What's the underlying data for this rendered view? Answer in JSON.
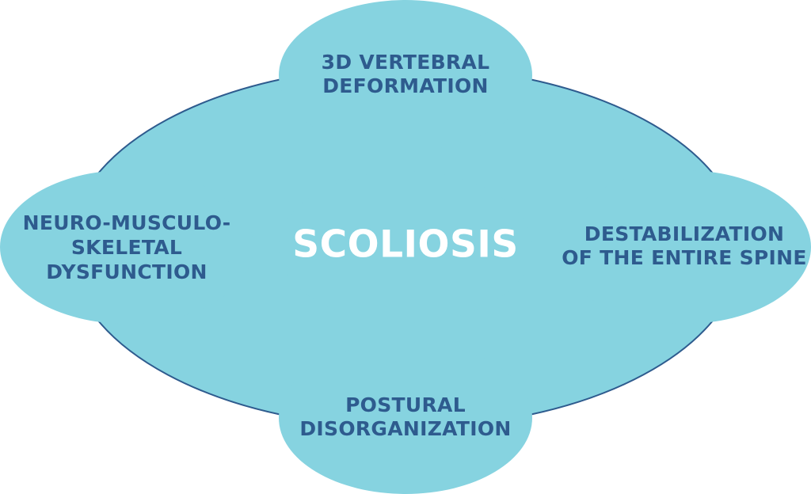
{
  "colors": {
    "node_fill": "#86d3e0",
    "node_text": "#2e5b8e",
    "center_text": "#ffffff",
    "ring_stroke": "#2e5b8e",
    "background": "#ffffff"
  },
  "center": {
    "label": "SCOLIOSIS"
  },
  "nodes": {
    "top": {
      "line1": "3D VERTEBRAL",
      "line2": "DEFORMATION"
    },
    "right": {
      "line1": "DESTABILIZATION",
      "line2": "OF THE ENTIRE SPINE"
    },
    "bottom": {
      "line1": "POSTURAL",
      "line2": "DISORGANIZATION"
    },
    "left": {
      "line1": "NEURO-MUSCULO-",
      "line2": "SKELETAL",
      "line3": "DYSFUNCTION"
    }
  }
}
